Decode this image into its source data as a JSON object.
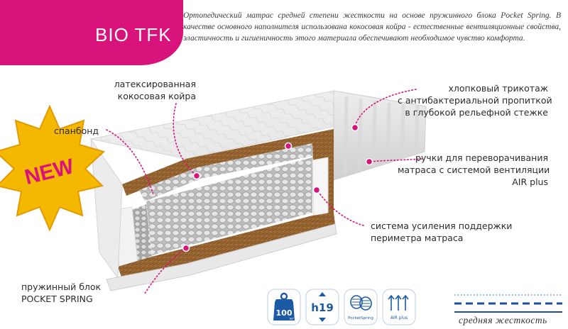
{
  "header": {
    "title": "BIO TFK",
    "description": "Ортопедический матрас средней степени жесткости на основе пружинного блока Pocket Spring. В качестве основного наполнителя использована кокосовая койра - естественные вентиляционные свойства, эластичность и гигиеничность этого материала обеспечивают необходимое чувство комфорта."
  },
  "badge": {
    "text": "NEW"
  },
  "labels": {
    "coir": [
      "латексированная",
      "кокосовая койра"
    ],
    "spanbond": "спанбонд",
    "spring": [
      "пружинный блок",
      "POCKET SPRING"
    ],
    "cotton": [
      "хлопковый трикотаж",
      "с антибактериальной пропиткой",
      "в глубокой рельефной стежке"
    ],
    "handles": [
      "ручки для переворачивания",
      "матраса с системой вентиляции",
      "AIR plus"
    ],
    "perimeter": [
      "система усиления поддержки",
      "периметра матраса"
    ]
  },
  "icons": {
    "load": {
      "value": "100",
      "unit": "кг"
    },
    "height": {
      "value": "h19"
    },
    "pocket": {
      "caption": "PocketSpring"
    },
    "air": {
      "caption": "AIR plus"
    }
  },
  "firmness": {
    "text": "средняя жесткость"
  },
  "colors": {
    "accent": "#d8137c",
    "badge": "#f5b800",
    "badge_text": "#d8137c",
    "icon_blue": "#1d5aa6",
    "firmness_line": "#1f4f9a"
  }
}
